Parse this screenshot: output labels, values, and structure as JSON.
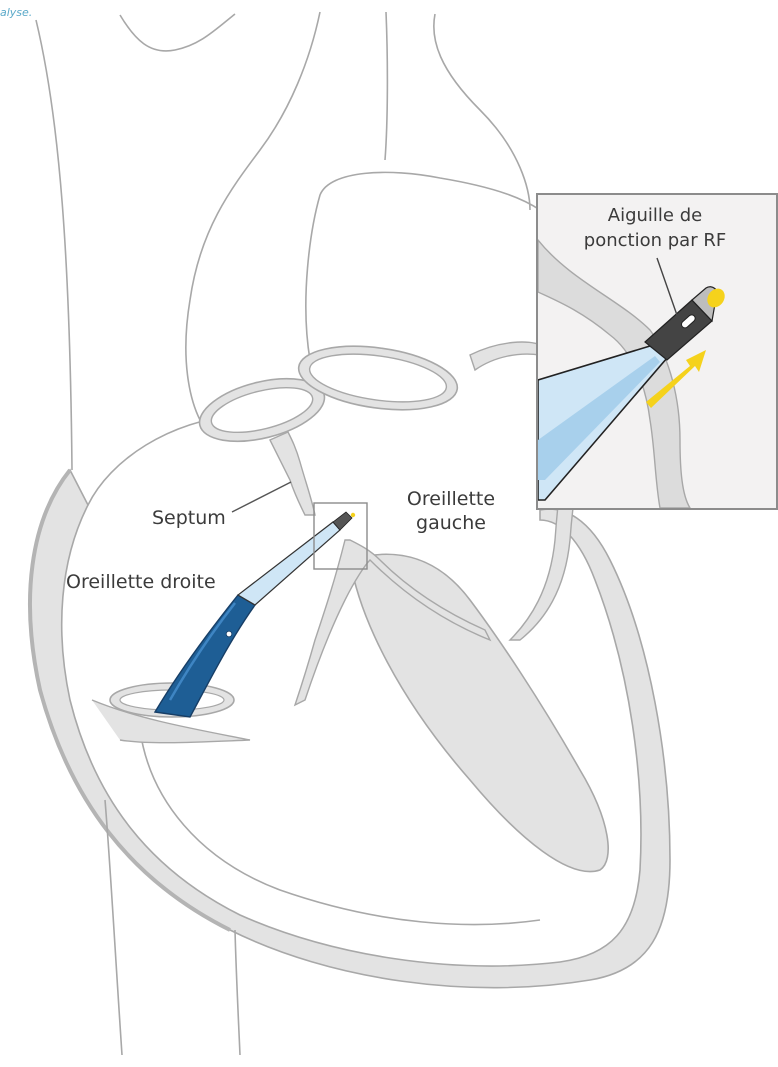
{
  "caption_fragment": "alyse.",
  "labels": {
    "septum": "Septum",
    "right_atrium": "Oreillette droite",
    "left_atrium_line1": "Oreillette",
    "left_atrium_line2": "gauche",
    "needle_line1": "Aiguille de",
    "needle_line2": "ponction par RF"
  },
  "colors": {
    "tissue_fill": "#e3e3e3",
    "outline": "#a8a8a8",
    "catheter_blue": "#1e5e95",
    "catheter_light": "#cfe6f6",
    "tip_yellow": "#f5d21c",
    "inset_border": "#8c8c8c",
    "inset_bg": "#f3f2f2"
  },
  "icons": {
    "arrow": "direction-arrow",
    "needle": "rf-needle"
  }
}
